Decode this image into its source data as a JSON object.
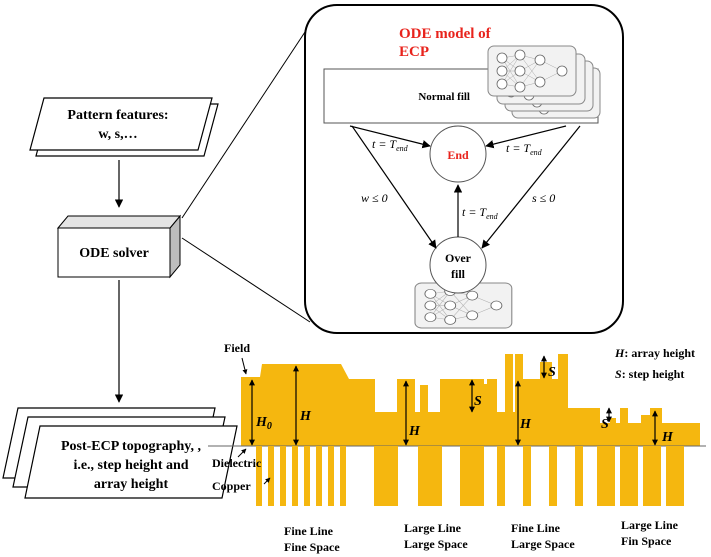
{
  "left_flow": {
    "pattern_box": {
      "line1": "Pattern features:",
      "line2": "w, s,…"
    },
    "solver_box": {
      "label": "ODE solver"
    },
    "output_box": {
      "line1": "Post-ECP topography, ,",
      "line2": "i.e., step height and",
      "line3": "array height"
    }
  },
  "ode_panel": {
    "title_line1": "ODE model of",
    "title_line2": "ECP",
    "title_color": "#e8231c",
    "normal_fill": "Normal fill",
    "end_node": "End",
    "end_color": "#e8231c",
    "overfill_line1": "Over",
    "overfill_line2": "fill",
    "edge_labels": {
      "t_end_left": "t = T",
      "t_end_right": "t = T",
      "t_end_up": "t = T",
      "t_end_sub": "end",
      "w_cond": "w ≤ 0",
      "s_cond": "s ≤ 0"
    }
  },
  "topography": {
    "copper_color": "#f5b70f",
    "labels": {
      "field": "Field",
      "dielectric": "Dielectric",
      "copper": "Copper",
      "h0": "H",
      "h0_sub": "0",
      "h": "H",
      "s": "S"
    },
    "legend": {
      "h_symbol": "H",
      "h_text": ": array height",
      "s_symbol": "S",
      "s_text": ": step height"
    },
    "regions": [
      {
        "line1": "Fine Line",
        "line2": "Fine Space"
      },
      {
        "line1": "Large Line",
        "line2": "Large Space"
      },
      {
        "line1": "Fine Line",
        "line2": "Large Space"
      },
      {
        "line1": "Large Line",
        "line2": "Fin Space"
      }
    ]
  }
}
